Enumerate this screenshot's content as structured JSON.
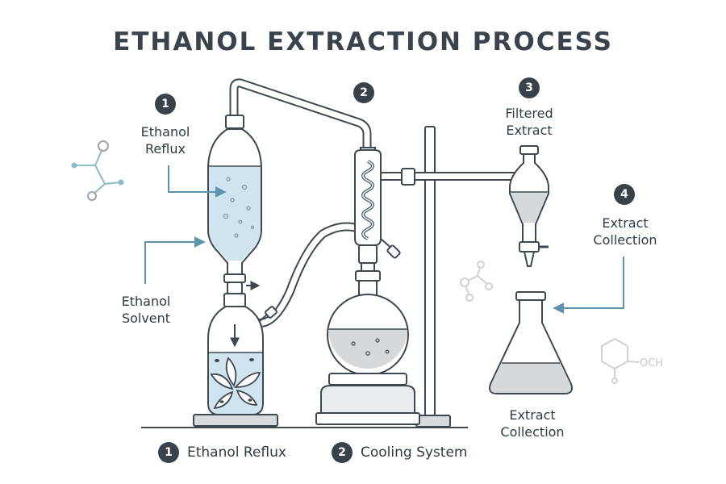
{
  "title": "ETHANOL EXTRACTION PROCESS",
  "steps": [
    {
      "number": "1",
      "label_line1": "Ethanol",
      "label_line2": "Reflux"
    },
    {
      "number": "2"
    },
    {
      "number": "3",
      "label_line1": "Filtered",
      "label_line2": "Extract"
    },
    {
      "number": "4",
      "label_line1": "Extract",
      "label_line2": "Collection"
    }
  ],
  "solvent_label": {
    "line1": "Ethanol",
    "line2": "Solvent"
  },
  "collection_label": {
    "line1": "Extract",
    "line2": "Collection"
  },
  "legend": [
    {
      "number": "1",
      "text": "Ethanol Reflux"
    },
    {
      "number": "2",
      "text": "Cooling System"
    }
  ],
  "molecule_label": "OCH",
  "colors": {
    "liquid_blue": "#cfe4ee",
    "outline": "#3d4850",
    "accent_arrow": "#5f93ad",
    "badge": "#3a4249"
  }
}
